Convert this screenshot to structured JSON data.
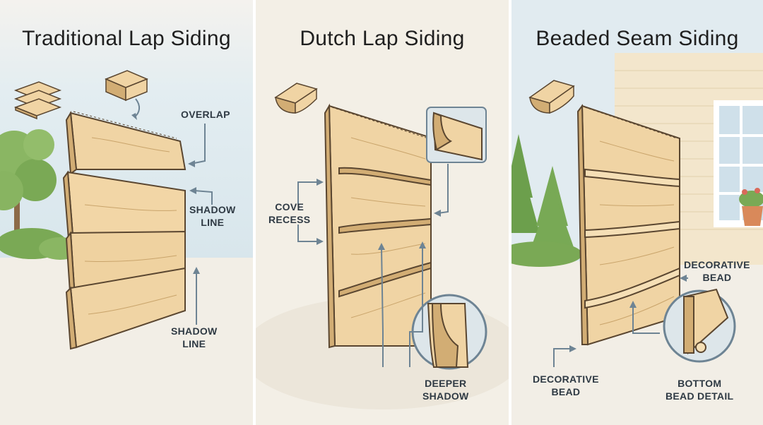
{
  "panels": [
    {
      "title": "Traditional Lap Siding",
      "labels": {
        "overlap": "OVERLAP",
        "shadow1_l1": "SHADOW",
        "shadow1_l2": "LINE",
        "shadow2_l1": "SHADOW",
        "shadow2_l2": "LINE"
      }
    },
    {
      "title": "Dutch Lap Siding",
      "labels": {
        "cove_l1": "COVE",
        "cove_l2": "RECESS",
        "deeper_l1": "DEEPER",
        "deeper_l2": "SHADOW"
      }
    },
    {
      "title": "Beaded Seam Siding",
      "labels": {
        "deco1_l1": "DECORATIVE",
        "deco1_l2": "BEAD",
        "deco2_l1": "DECORATIVE",
        "deco2_l2": "BEAD",
        "bottom_l1": "BOTTOM",
        "bottom_l2": "BEAD DETAIL"
      }
    }
  ],
  "colors": {
    "sky": "#e1ebf0",
    "ground": "#f2eee6",
    "wood": "#f0d4a4",
    "wood_dark": "#d2ad74",
    "outline": "#5a4630",
    "arrow": "#6e8494",
    "tree": "#7fae5a",
    "house": "#f3e6cc"
  }
}
